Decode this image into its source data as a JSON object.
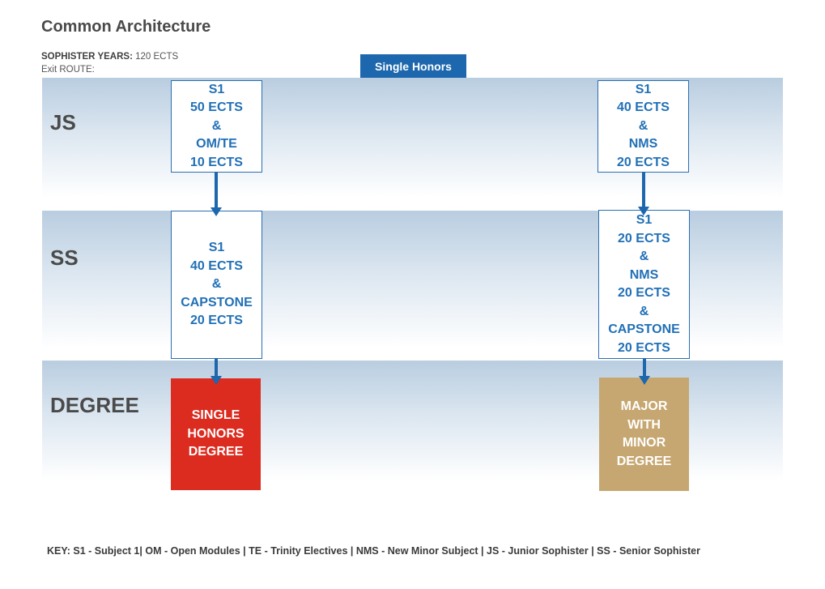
{
  "title": "Common Architecture",
  "meta": {
    "sophister_label": "SOPHISTER YEARS:",
    "sophister_value": "120 ECTS",
    "exit_route": "Exit ROUTE:"
  },
  "header_tab": "Single Honors",
  "rows": {
    "js": "JS",
    "ss": "SS",
    "degree": "DEGREE"
  },
  "left_column": {
    "js_box": [
      "S1",
      "50 ECTS",
      "&",
      "OM/TE",
      "10 ECTS"
    ],
    "ss_box": [
      "S1",
      "40 ECTS",
      "&",
      "CAPSTONE",
      "20 ECTS"
    ],
    "degree_box": [
      "SINGLE",
      "HONORS",
      "DEGREE"
    ]
  },
  "right_column": {
    "js_box": [
      "S1",
      "40 ECTS",
      "&",
      "NMS",
      "20 ECTS"
    ],
    "ss_box": [
      "S1",
      "20 ECTS",
      "&",
      "NMS",
      "20 ECTS",
      "&",
      "CAPSTONE",
      "20 ECTS"
    ],
    "degree_box": [
      "MAJOR",
      "WITH",
      "MINOR",
      "DEGREE"
    ]
  },
  "colors": {
    "accent_blue": "#1c67ad",
    "single_honors_red": "#dc2b1f",
    "major_minor_tan": "#c6a771"
  },
  "key": "KEY: S1 - Subject 1| OM - Open Modules | TE - Trinity Electives | NMS - New Minor Subject | JS - Junior Sophister | SS - Senior Sophister"
}
